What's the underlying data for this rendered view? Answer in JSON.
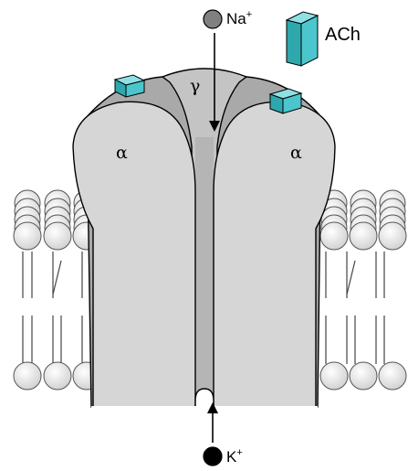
{
  "ions": {
    "sodium": {
      "symbol": "Na",
      "charge": "+",
      "color": "#808080"
    },
    "potassium": {
      "symbol": "K",
      "charge": "+",
      "color": "#000000"
    }
  },
  "ligand": {
    "label": "ACh",
    "color": "#4bc6cc"
  },
  "subunits": {
    "left": "α",
    "right": "α",
    "center": "γ"
  },
  "colors": {
    "subunit_fill": "#d4d4d4",
    "subunit_shadow": "#a8a8a8",
    "channel": "#bdbdbd",
    "binding_site": "#4bc6cc"
  }
}
